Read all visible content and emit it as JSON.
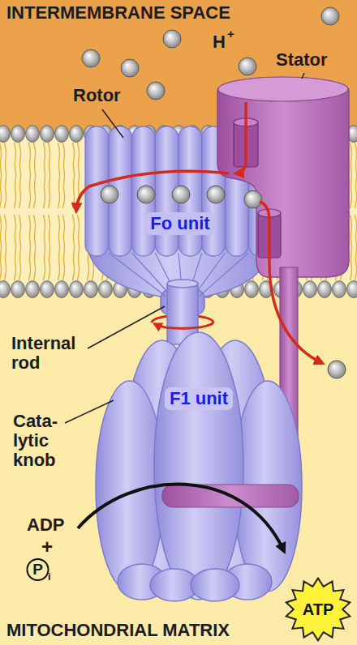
{
  "diagram": {
    "nodes": [
      {
        "text": [
          "Fo unit"
        ]
      },
      {
        "text": [
          "F1 unit"
        ]
      },
      {
        "text": [
          "ATP"
        ]
      }
    ],
    "labels": [
      "INTERMEMBRANE SPACE",
      "H",
      "+",
      "Stator",
      "Rotor",
      "Internal rod",
      "Cata- lytic knob",
      "ADP",
      "+",
      "P",
      "i",
      "MITOCHONDRIAL MATRIX"
    ]
  }
}
